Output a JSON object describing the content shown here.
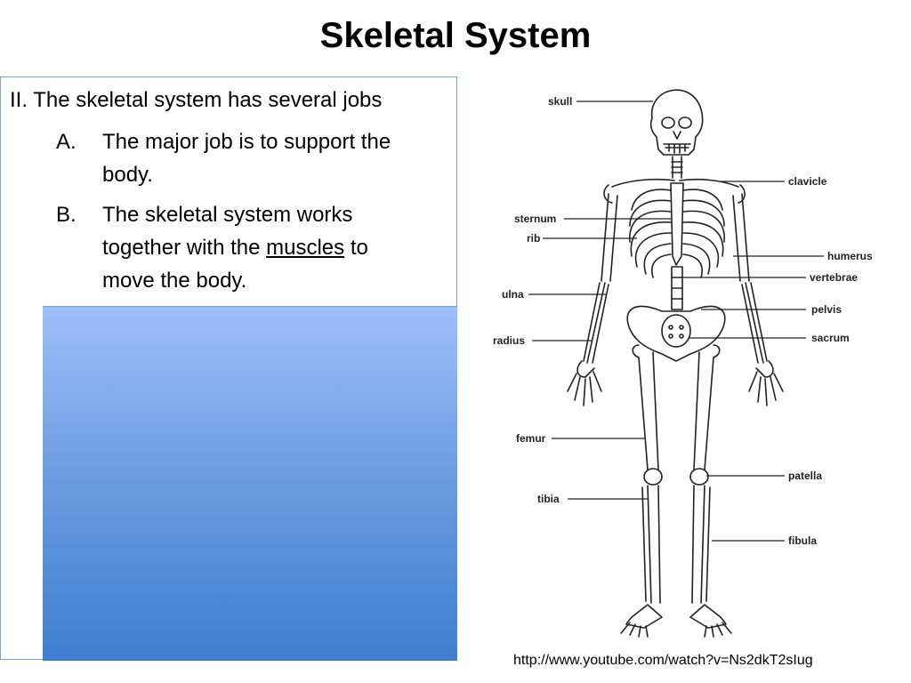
{
  "title": "Skeletal System",
  "content": {
    "heading": "II. The skeletal system has several jobs",
    "items": [
      {
        "marker": "A.",
        "text": "The major job is to support the body."
      },
      {
        "marker": "B.",
        "text_before": "The skeletal system works together with the ",
        "text_link": "muscles",
        "text_after": " to move the body."
      }
    ]
  },
  "diagram": {
    "labels": {
      "skull": "skull",
      "clavicle": "clavicle",
      "sternum": "sternum",
      "rib": "rib",
      "humerus": "humerus",
      "vertebrae": "vertebrae",
      "ulna": "ulna",
      "pelvis": "pelvis",
      "radius": "radius",
      "sacrum": "sacrum",
      "femur": "femur",
      "patella": "patella",
      "tibia": "tibia",
      "fibula": "fibula"
    }
  },
  "source_url": "http://www.youtube.com/watch?v=Ns2dkT2sIug"
}
